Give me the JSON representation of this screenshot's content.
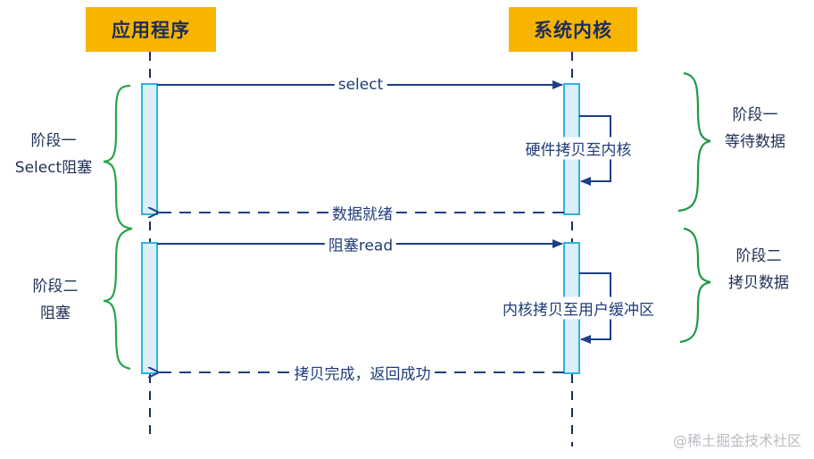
{
  "actors": {
    "app": "应用程序",
    "kernel": "系统内核"
  },
  "messages": {
    "select": "select",
    "data_ready": "数据就绪",
    "blocking_read": "阻塞read",
    "copy_done": "拷贝完成，返回成功"
  },
  "self_calls": {
    "hardware_copy": "硬件拷贝至内核",
    "kernel_copy": "内核拷贝至用户缓冲区"
  },
  "left_phases": {
    "phase1_line1": "阶段一",
    "phase1_line2": "Select阻塞",
    "phase2_line1": "阶段二",
    "phase2_line2": "阻塞"
  },
  "right_phases": {
    "phase1_line1": "阶段一",
    "phase1_line2": "等待数据",
    "phase2_line1": "阶段二",
    "phase2_line2": "拷贝数据"
  },
  "watermark": "@稀土掘金技术社区",
  "colors": {
    "actor_bg": "#f7b500",
    "activation_fill": "#dbeef9",
    "activation_stroke": "#2bb3e6",
    "arrow": "#1c3f85",
    "left_brace": "#2aa44a",
    "right_brace": "#1f9a45"
  }
}
